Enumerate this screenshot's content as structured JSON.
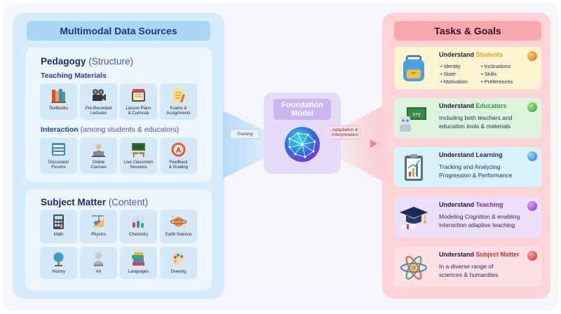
{
  "left": {
    "title": "Multimodal Data Sources",
    "pedagogy": {
      "head": "Pedagogy",
      "head_sub": "(Structure)",
      "teaching_head": "Teaching Materials",
      "teaching_items": [
        {
          "label": "Textbooks",
          "icon": "books-icon"
        },
        {
          "label": "Pre-Recorded\nLectures",
          "icon": "camera-icon"
        },
        {
          "label": "Lesson Plans\n& Curricula",
          "icon": "notebook-icon"
        },
        {
          "label": "Exams &\nAssignments",
          "icon": "exam-icon"
        }
      ],
      "interaction_head": "Interaction",
      "interaction_sub": "(among students & educators)",
      "interaction_items": [
        {
          "label": "Discussion\nForums",
          "icon": "forum-icon"
        },
        {
          "label": "Online\nCourses",
          "icon": "laptop-icon"
        },
        {
          "label": "Live Classroom\nSessions",
          "icon": "classroom-icon"
        },
        {
          "label": "Feedback\n& Grading",
          "icon": "grade-icon"
        }
      ]
    },
    "subject": {
      "head": "Subject Matter",
      "head_sub": "(Content)",
      "items": [
        {
          "label": "Math",
          "icon": "calculator-icon"
        },
        {
          "label": "Physics",
          "icon": "physics-icon"
        },
        {
          "label": "Chemistry",
          "icon": "flask-icon"
        },
        {
          "label": "Earth Science",
          "icon": "planet-icon"
        },
        {
          "label": "History",
          "icon": "globe-icon"
        },
        {
          "label": "Art",
          "icon": "bust-icon"
        },
        {
          "label": "Languages",
          "icon": "books-stack-icon"
        },
        {
          "label": "Drawing",
          "icon": "palette-icon"
        }
      ]
    }
  },
  "middle": {
    "training": "Training",
    "model": "Foundation\nModel",
    "adaptation": "Adaptation &\nInterpretation"
  },
  "right": {
    "title": "Tasks & Goals",
    "cards": [
      {
        "prefix": "Understand",
        "highlight": "Students",
        "color": "#e8a020",
        "bg": "#fdf5cf",
        "col1": [
          "Identity",
          "State",
          "Motivation"
        ],
        "col2": [
          "Inclinations",
          "Skills",
          "Preferences"
        ],
        "icon": "backpack-icon"
      },
      {
        "prefix": "Understand",
        "highlight": "Educators",
        "color": "#2e9a3e",
        "bg": "#dcf3dd",
        "desc": "Including both teachers and\neducation tools & materials",
        "icon": "teacher-robot-icon"
      },
      {
        "prefix": "Understand",
        "highlight": "Learning",
        "color": "#1a2a8a",
        "bg": "#d8f2fa",
        "desc": "Tracking and Analyzing\nProgression & Performance",
        "icon": "clipboard-chart-icon"
      },
      {
        "prefix": "Understand",
        "highlight": "Teaching",
        "color": "#7a2ab8",
        "bg": "#ecdff9",
        "desc": "Modeling Cognition & enabling\ninteraction adaptive teaching",
        "icon": "graduation-cap-icon"
      },
      {
        "prefix": "Understand",
        "highlight": "Subject Matter",
        "color": "#d0302a",
        "bg": "#fde0e6",
        "desc": "In a diverse range of\nsciences & humanities",
        "icon": "atom-icon"
      }
    ]
  },
  "colors": {
    "left_panel": "#d6ebfb",
    "right_panel": "#fcd3d6",
    "model_box": "#e6dcf8"
  }
}
